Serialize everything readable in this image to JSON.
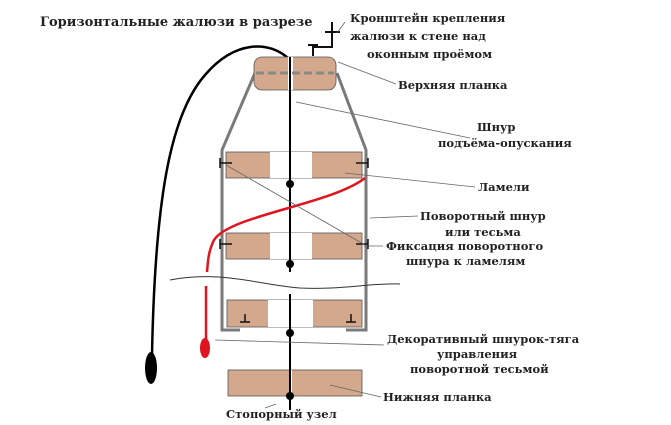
{
  "title": "Горизонтальные жалюзи в разрезе",
  "colors": {
    "slat": "#d4a88c",
    "ladder": "#7a7a7a",
    "rotary_cord": "#e0141e",
    "lift_cord": "#000000"
  },
  "labels": {
    "bracket": [
      "Кронштейн крепления",
      "жалюзи к стене над",
      "оконным проёмом"
    ],
    "head_rail": "Верхняя планка",
    "lift_cord": [
      "Шнур",
      "подъёма-опускания"
    ],
    "slats": "Ламели",
    "rotary_cord": [
      "Поворотный шнур",
      "или тесьма"
    ],
    "fixation": [
      "Фиксация поворотного",
      "шнура к ламелям"
    ],
    "wand": [
      "Декоративный шнурок-тяга",
      "управления",
      "поворотной тесьмой"
    ],
    "bottom_rail": "Нижняя планка",
    "stop_knot": "Стопорный узел"
  }
}
